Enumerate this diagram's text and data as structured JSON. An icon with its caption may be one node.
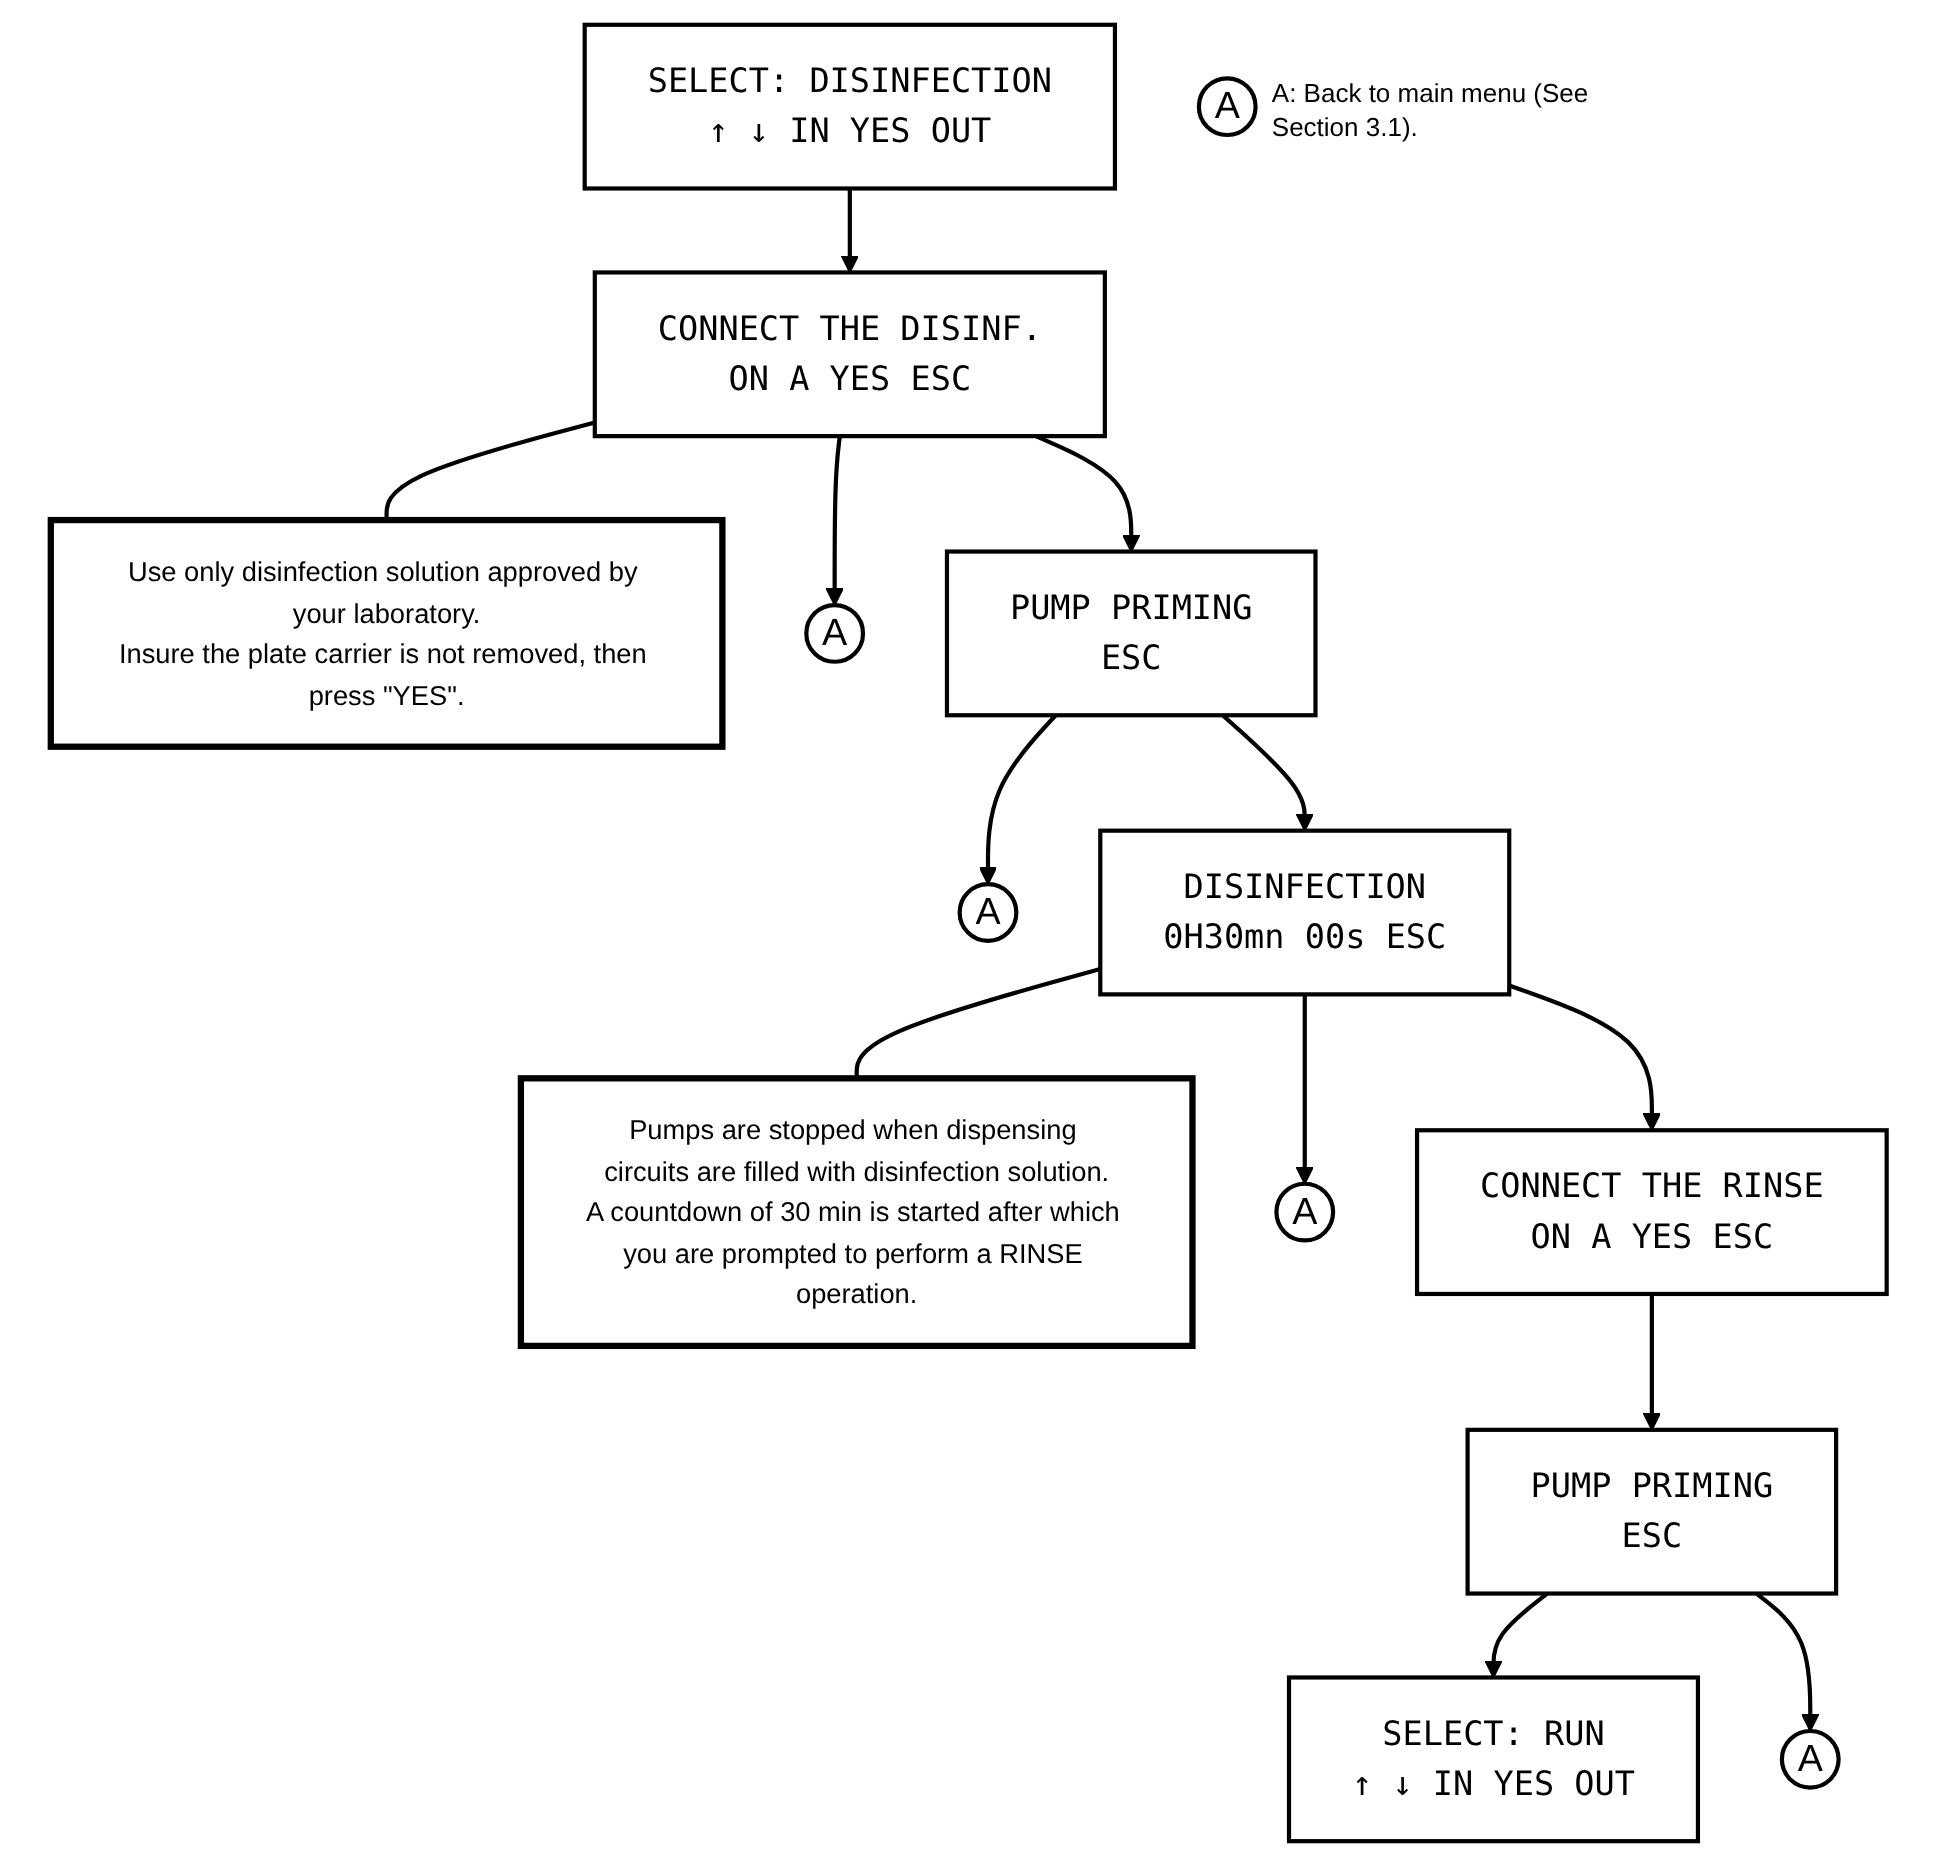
{
  "diagram": {
    "nodes": [
      {
        "text": [
          "SELECT: DISINFECTION",
          "↑ ↓ IN YES OUT"
        ]
      },
      {
        "text": [
          "CONNECT THE DISINF.",
          "ON A YES ESC"
        ]
      },
      {
        "text": [
          "Use only disinfection solution approved by your laboratory.",
          "Insure the plate carrier is not removed, then press \"YES\"."
        ]
      },
      {
        "text": [
          "A"
        ]
      },
      {
        "text": [
          "PUMP PRIMING",
          "ESC"
        ]
      },
      {
        "text": [
          "A"
        ]
      },
      {
        "text": [
          "DISINFECTION",
          "0H30mn 00s ESC"
        ]
      },
      {
        "text": [
          "Pumps are stopped when dispensing circuits are filled with disinfection solution.",
          "A countdown of 30 min is started after which you are prompted to perform a RINSE operation."
        ]
      },
      {
        "text": [
          "A"
        ]
      },
      {
        "text": [
          "CONNECT THE RINSE",
          "ON A YES ESC"
        ]
      },
      {
        "text": [
          "PUMP PRIMING",
          "ESC"
        ]
      },
      {
        "text": [
          "A"
        ]
      },
      {
        "text": [
          "SELECT: RUN",
          "↑ ↓ IN YES OUT"
        ]
      },
      {
        "text": [
          "A"
        ],
        "beside": [
          "A: Back to main menu (See Section 3.1)."
        ]
      }
    ],
    "edges": [
      {
        "from": 0,
        "to": 1,
        "arrow": "to"
      },
      {
        "from": 1,
        "to": 4,
        "arrow": "to"
      },
      {
        "from": 1,
        "to": 3,
        "arrow": "to"
      },
      {
        "from": 1,
        "to": 2,
        "arrow": "none"
      },
      {
        "from": 4,
        "to": 6,
        "arrow": "to"
      },
      {
        "from": 4,
        "to": 5,
        "arrow": "to"
      },
      {
        "from": 6,
        "to": 9,
        "arrow": "to"
      },
      {
        "from": 6,
        "to": 8,
        "arrow": "to"
      },
      {
        "from": 6,
        "to": 7,
        "arrow": "none"
      },
      {
        "from": 9,
        "to": 10,
        "arrow": "to"
      },
      {
        "from": 10,
        "to": 12,
        "arrow": "to"
      },
      {
        "from": 10,
        "to": 11,
        "arrow": "to"
      }
    ]
  }
}
